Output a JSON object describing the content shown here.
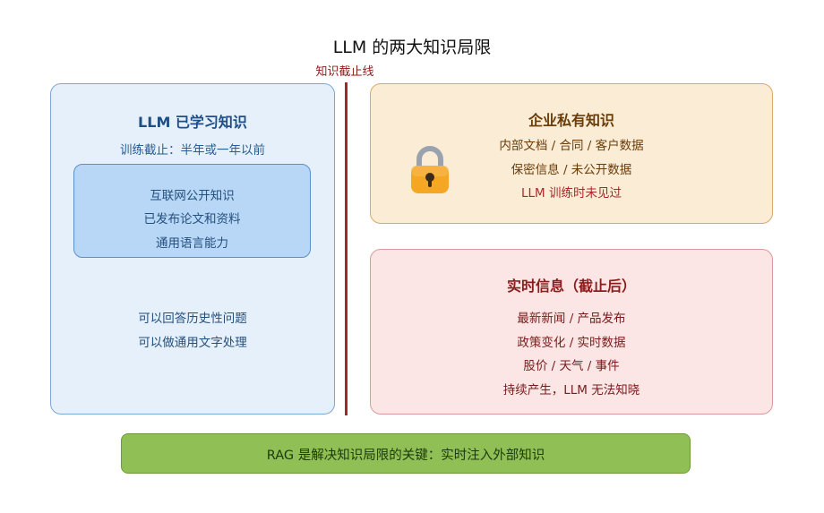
{
  "title": "LLM 的两大知识局限",
  "cutoff_label": "知识截止线",
  "learned": {
    "title": "LLM 已学习知识",
    "subtitle": "训练截止：半年或一年以前",
    "inner_items": [
      "互联网公开知识",
      "已发布论文和资料",
      "通用语言能力"
    ],
    "bottom_items": [
      "可以回答历史性问题",
      "可以做通用文字处理"
    ]
  },
  "private": {
    "title": "企业私有知识",
    "items": [
      "内部文档 / 合同 / 客户数据",
      "保密信息 / 未公开数据",
      "LLM 训练时未见过"
    ],
    "icon": "lock-icon"
  },
  "realtime": {
    "title": "实时信息（截止后）",
    "items": [
      "最新新闻 / 产品发布",
      "政策变化 / 实时数据",
      "股价 / 天气 / 事件",
      "持续产生，LLM 无法知晓"
    ]
  },
  "banner": "RAG 是解决知识局限的关键：实时注入外部知识",
  "colors": {
    "cutoff": "#9e2a2a",
    "learned_bg": "#e6f0fb",
    "private_bg": "#fbecd6",
    "realtime_bg": "#fbe5e5",
    "banner_bg": "#8fbf55"
  }
}
